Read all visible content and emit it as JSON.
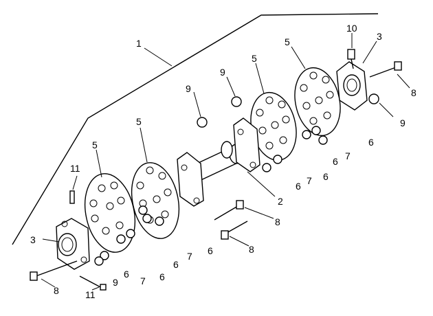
{
  "labels": {
    "l1": "1",
    "l2": "2",
    "l3a": "3",
    "l3b": "3",
    "l5a": "5",
    "l5b": "5",
    "l5c": "5",
    "l5d": "5",
    "l6a": "6",
    "l6b": "6",
    "l6c": "6",
    "l6d": "6",
    "l6e": "6",
    "l6f": "6",
    "l6g": "6",
    "l6h": "6",
    "l7a": "7",
    "l7b": "7",
    "l7c": "7",
    "l7d": "7",
    "l8a": "8",
    "l8b": "8",
    "l8c": "8",
    "l8d": "8",
    "l9a": "9",
    "l9b": "9",
    "l9c": "9",
    "l9d": "9",
    "l10": "10",
    "l11a": "11",
    "l11b": "11"
  }
}
